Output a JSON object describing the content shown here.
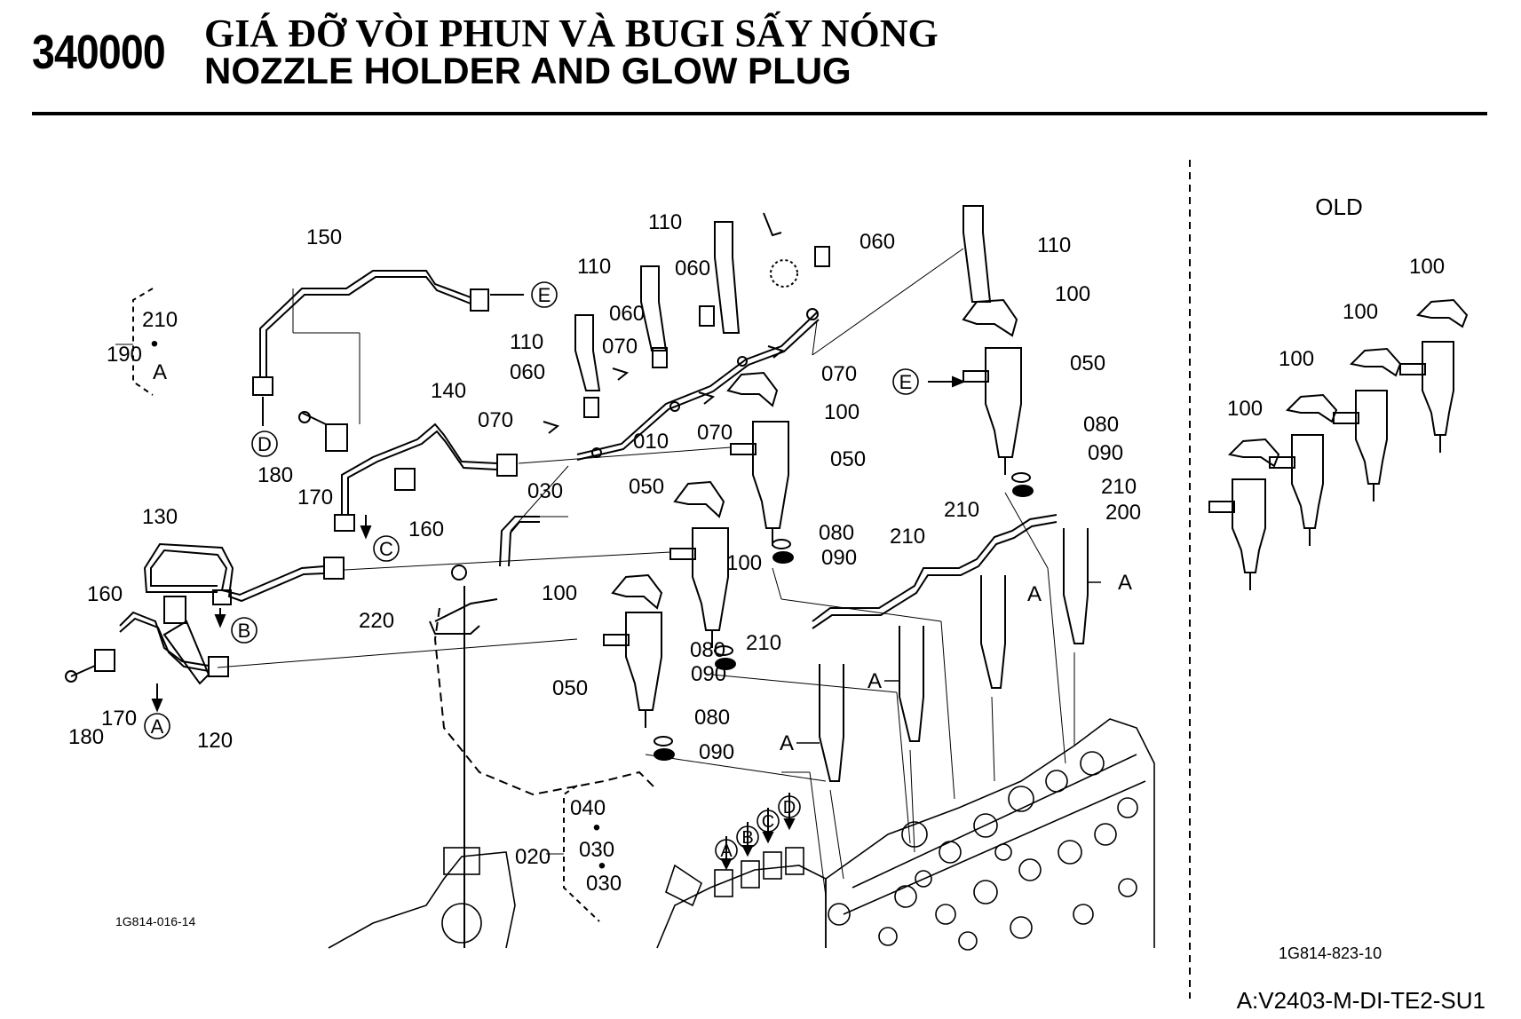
{
  "header": {
    "code": "340000",
    "title_vn": "GIÁ ĐỠ VÒI PHUN VÀ BUGI SẤY NÓNG",
    "title_en": "NOZZLE HOLDER AND GLOW PLUG"
  },
  "figure_ids": {
    "main": "1G814-016-14",
    "old": "1G814-823-10"
  },
  "old_label": "OLD",
  "model": "A:V2403-M-DI-TE2-SU1",
  "callouts": {
    "p010": "010",
    "p020": "020",
    "p030": "030",
    "p040": "040",
    "p050": "050",
    "p060": "060",
    "p070": "070",
    "p080": "080",
    "p090": "090",
    "p100": "100",
    "p110": "110",
    "p120": "120",
    "p130": "130",
    "p140": "140",
    "p150": "150",
    "p160": "160",
    "p170": "170",
    "p180": "180",
    "p190": "190",
    "p200": "200",
    "p210": "210",
    "p220": "220"
  },
  "markers": {
    "a": "A",
    "b": "B",
    "c": "C",
    "d": "D",
    "e": "E",
    "dot": "•"
  }
}
